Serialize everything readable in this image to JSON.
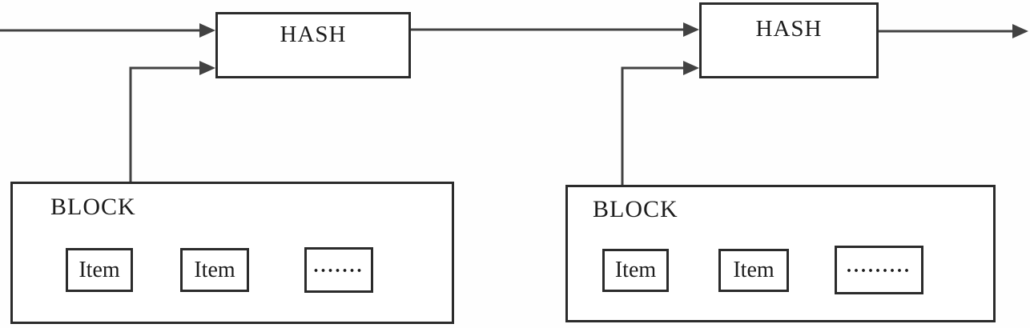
{
  "diagram": {
    "hash_nodes": [
      {
        "label": "HASH"
      },
      {
        "label": "HASH"
      }
    ],
    "blocks": [
      {
        "label": "BLOCK",
        "items": [
          "Item",
          "Item",
          "......."
        ]
      },
      {
        "label": "BLOCK",
        "items": [
          "Item",
          "Item",
          "........."
        ]
      }
    ]
  },
  "colors": {
    "line": "#424242",
    "border": "#2b2b2b",
    "text": "#1c1c1c",
    "background": "#fefefe"
  }
}
